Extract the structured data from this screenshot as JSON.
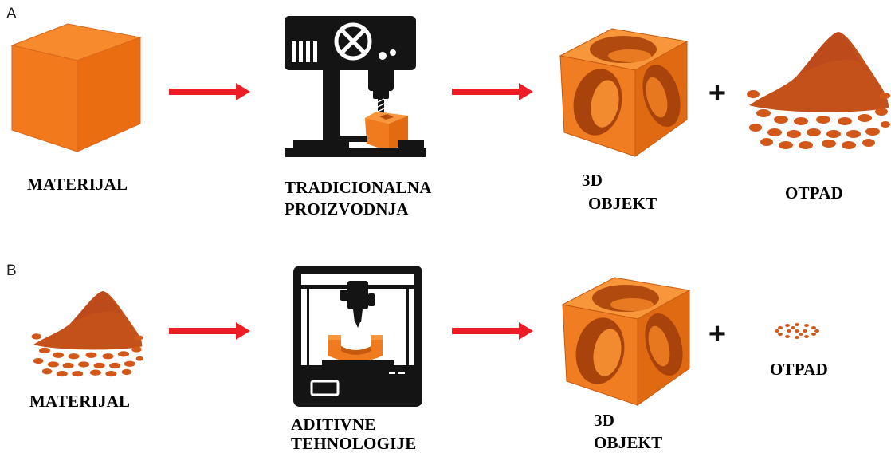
{
  "rows": [
    {
      "id": "A",
      "material": {
        "label": "MATERIJAL",
        "icon": "material-cube-icon"
      },
      "process": {
        "label_lines": [
          "TRADICIONALNA",
          "PROIZVODNJA"
        ],
        "icon": "drill-press-icon"
      },
      "object": {
        "label_lines": [
          "3D",
          "OBJEKT"
        ],
        "icon": "3d-object-cube-icon"
      },
      "operator": "+",
      "waste": {
        "label": "OTPAD",
        "icon": "large-waste-pile-icon"
      }
    },
    {
      "id": "B",
      "material": {
        "label": "MATERIJAL",
        "icon": "powder-pile-icon"
      },
      "process": {
        "label_lines": [
          "ADITIVNE",
          "TEHNOLOGIJE"
        ],
        "icon": "3d-printer-icon"
      },
      "object": {
        "label_lines": [
          "3D",
          "OBJEKT"
        ],
        "icon": "3d-object-cube-icon"
      },
      "operator": "+",
      "waste": {
        "label": "OTPAD",
        "icon": "small-waste-scatter-icon"
      }
    }
  ],
  "connector_icon": "arrow-right-icon",
  "colors": {
    "arrow": "#ee1c24",
    "machine": "#141414",
    "orange": "#f07a1e",
    "powder": "#c4501a",
    "text": "#000000"
  }
}
